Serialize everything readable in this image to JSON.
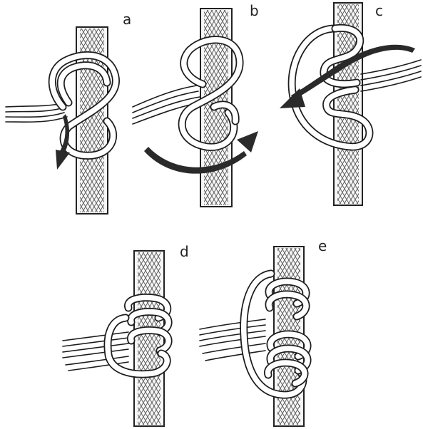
{
  "panels": [
    {
      "id": "a",
      "label": "a"
    },
    {
      "id": "b",
      "label": "b"
    },
    {
      "id": "c",
      "label": "c"
    },
    {
      "id": "d",
      "label": "d"
    },
    {
      "id": "e",
      "label": "e"
    }
  ],
  "colors": {
    "line": "#1c1c1c",
    "rope_fill": "#f6f6f6",
    "arrow": "#2a2a2a",
    "background": "#ffffff"
  }
}
